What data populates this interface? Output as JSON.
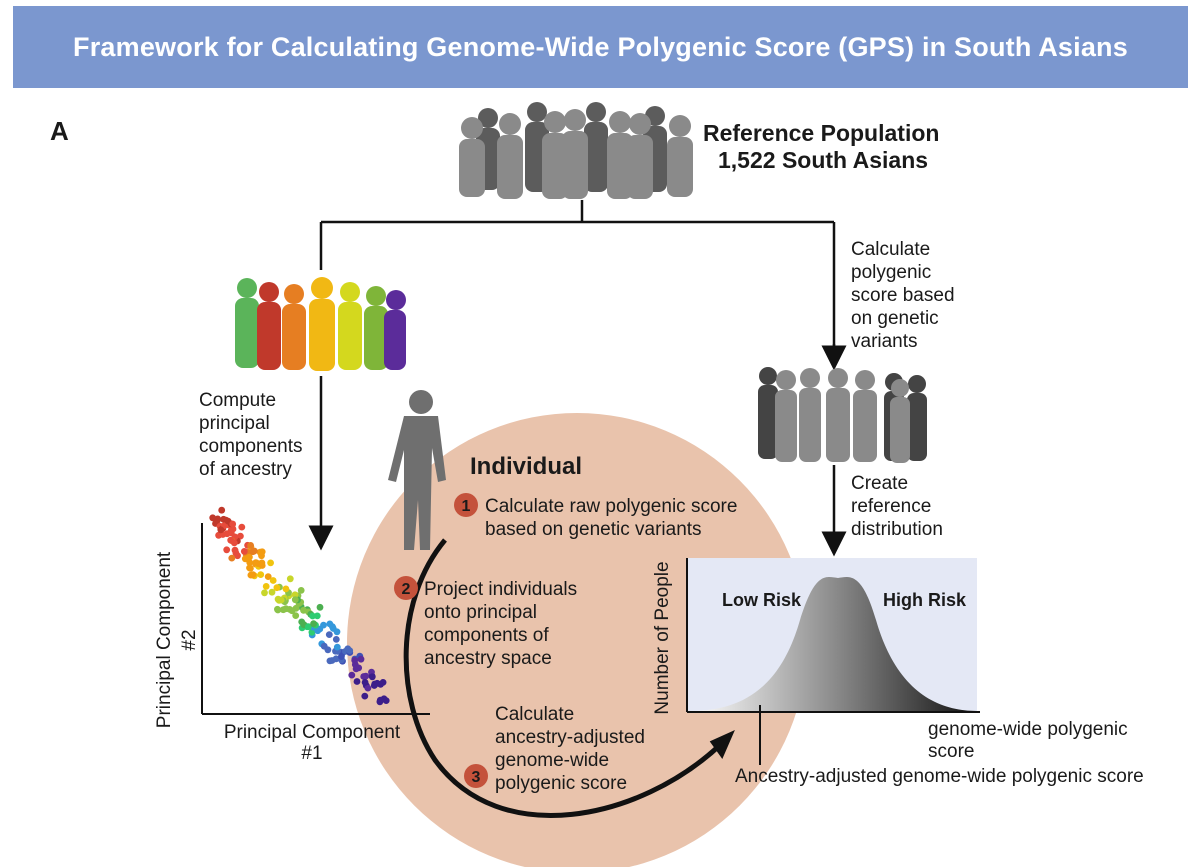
{
  "title": "Framework for Calculating Genome-Wide Polygenic Score (GPS) in South Asians",
  "panel_label": "A",
  "reference": {
    "line1": "Reference Population",
    "line2": "1,522 South Asians"
  },
  "left_branch": {
    "lines": [
      "Compute",
      "principal",
      "components",
      "of ancestry"
    ]
  },
  "right_branch": {
    "top_lines": [
      "Calculate",
      "polygenic",
      "score based",
      "on genetic",
      "variants"
    ],
    "bottom_lines": [
      "Create",
      "reference",
      "distribution"
    ]
  },
  "individual": {
    "title": "Individual",
    "steps": [
      {
        "number": "1",
        "lines": [
          "Calculate raw polygenic score",
          "based on genetic variants"
        ]
      },
      {
        "number": "2",
        "lines": [
          "Project individuals",
          "onto principal",
          "components of",
          "ancestry space"
        ]
      },
      {
        "number": "3",
        "lines": [
          "Calculate",
          "ancestry-adjusted",
          "genome-wide",
          "polygenic score"
        ]
      }
    ]
  },
  "pca_plot": {
    "ylabel_lines": [
      "Principal Component",
      "#2"
    ],
    "xlabel_lines": [
      "Principal Component",
      "#1"
    ]
  },
  "distribution": {
    "ylabel": "Number of People",
    "low_label": "Low Risk",
    "high_label": "High Risk",
    "xlabel_lines": [
      "genome-wide polygenic",
      "score"
    ],
    "marker_label": "Ancestry-adjusted genome-wide polygenic score"
  },
  "colors": {
    "banner": "#7b97cf",
    "circle": "#e9c3ac",
    "step_badge": "#c4523b",
    "dist_bg": "#e4e8f5",
    "silhouette_gray": "#8a8a8a",
    "silhouette_dark": "#4a4a4a"
  }
}
